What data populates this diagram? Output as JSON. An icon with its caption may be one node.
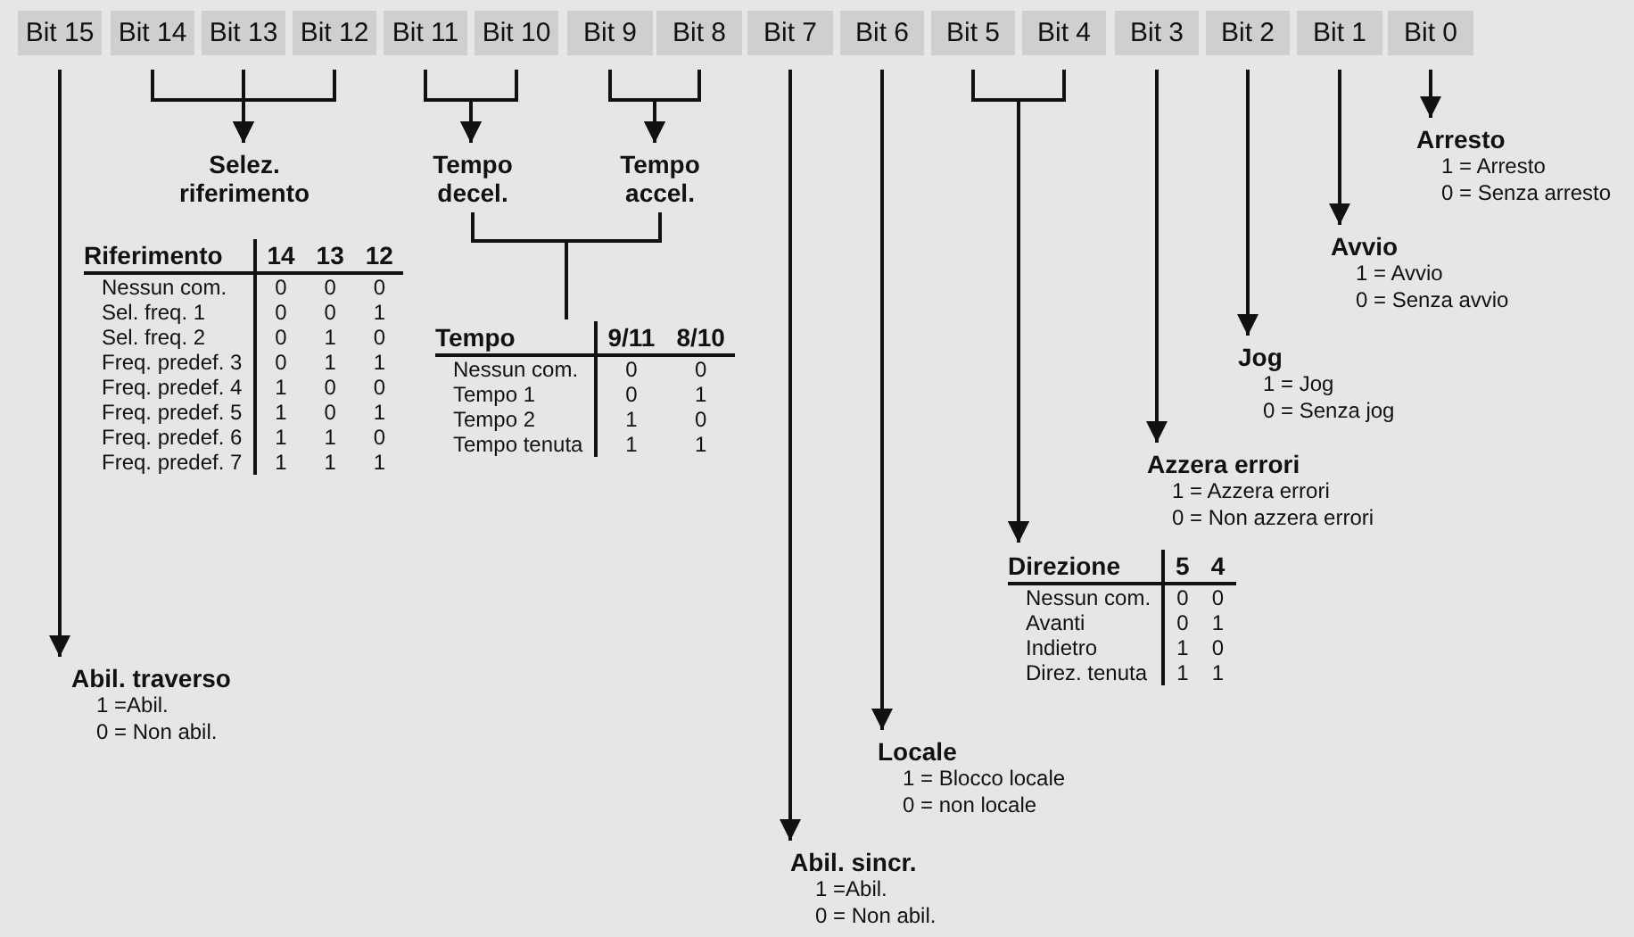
{
  "diagram": {
    "nodes": [
      {
        "text": [
          "Bit 15"
        ]
      },
      {
        "text": [
          "Bit 14"
        ]
      },
      {
        "text": [
          "Bit 13"
        ]
      },
      {
        "text": [
          "Bit 12"
        ]
      },
      {
        "text": [
          "Bit 11"
        ]
      },
      {
        "text": [
          "Bit 10"
        ]
      },
      {
        "text": [
          "Bit 9"
        ]
      },
      {
        "text": [
          "Bit 8"
        ]
      },
      {
        "text": [
          "Bit 7"
        ]
      },
      {
        "text": [
          "Bit 6"
        ]
      },
      {
        "text": [
          "Bit 5"
        ]
      },
      {
        "text": [
          "Bit 4"
        ]
      },
      {
        "text": [
          "Bit 3"
        ]
      },
      {
        "text": [
          "Bit 2"
        ]
      },
      {
        "text": [
          "Bit 1"
        ]
      },
      {
        "text": [
          "Bit 0"
        ]
      },
      {
        "text": [
          "Selez. riferimento"
        ]
      },
      {
        "text": [
          "Tempo decel."
        ]
      },
      {
        "text": [
          "Tempo accel."
        ]
      },
      {
        "text": [
          "Arresto",
          "1 = Arresto",
          "0 = Senza arresto"
        ]
      },
      {
        "text": [
          "Avvio",
          "1 = Avvio",
          "0 = Senza avvio"
        ]
      },
      {
        "text": [
          "Tempo",
          "9/11",
          "8/10",
          "Nessun com.",
          "0",
          "0",
          "Tempo 1",
          "0",
          "1",
          "Tempo 2",
          "1",
          "0",
          "Tempo tenuta",
          "1",
          "1"
        ]
      },
      {
        "text": [
          "Jog",
          "1 = Jog",
          "0 = Senza jog"
        ]
      },
      {
        "text": [
          "Azzera errori",
          "1 = Azzera errori",
          "0 = Non azzera errori"
        ]
      },
      {
        "text": [
          "Direzione",
          "5",
          "4",
          "Nessun com.",
          "0",
          "0",
          "Avanti",
          "0",
          "1",
          "Indietro",
          "1",
          "0",
          "Direz. tenuta",
          "1",
          "1"
        ]
      },
      {
        "text": [
          "Abil. traverso",
          "1 =Abil.",
          "0 = Non abil."
        ]
      },
      {
        "text": [
          "Locale",
          "1 = Blocco locale",
          "0 = non locale"
        ]
      },
      {
        "text": [
          "Abil. sincr.",
          "1 =Abil.",
          "0 = Non abil."
        ]
      }
    ],
    "edges": [
      {
        "from": 0,
        "to": 25,
        "arrow": "to"
      },
      {
        "from": 1,
        "to": 16,
        "arrow": "to"
      },
      {
        "from": 2,
        "to": 16,
        "arrow": "to"
      },
      {
        "from": 3,
        "to": 16,
        "arrow": "to"
      },
      {
        "from": 4,
        "to": 17,
        "arrow": "to"
      },
      {
        "from": 5,
        "to": 17,
        "arrow": "to"
      },
      {
        "from": 6,
        "to": 18,
        "arrow": "to"
      },
      {
        "from": 7,
        "to": 18,
        "arrow": "to"
      },
      {
        "from": 8,
        "to": 27,
        "arrow": "to"
      },
      {
        "from": 9,
        "to": 26,
        "arrow": "to"
      },
      {
        "from": 10,
        "to": 24,
        "arrow": "to"
      },
      {
        "from": 11,
        "to": 24,
        "arrow": "to"
      },
      {
        "from": 12,
        "to": 23,
        "arrow": "to"
      },
      {
        "from": 13,
        "to": 22,
        "arrow": "to"
      },
      {
        "from": 14,
        "to": 20,
        "arrow": "to"
      },
      {
        "from": 15,
        "to": 19,
        "arrow": "to"
      },
      {
        "from": 17,
        "to": 21,
        "arrow": "none"
      },
      {
        "from": 18,
        "to": 21,
        "arrow": "none"
      }
    ],
    "labels": [
      "Riferimento",
      "14",
      "13",
      "12",
      "Nessun com.",
      "0",
      "0",
      "0",
      "Sel. freq. 1",
      "0",
      "0",
      "1",
      "Sel. freq. 2",
      "0",
      "1",
      "0",
      "Freq. predef. 3",
      "0",
      "1",
      "1",
      "Freq. predef. 4",
      "1",
      "0",
      "0",
      "Freq. predef. 5",
      "1",
      "0",
      "1",
      "Freq. predef. 6",
      "1",
      "1",
      "0",
      "Freq. predef. 7",
      "1",
      "1",
      "1"
    ]
  }
}
